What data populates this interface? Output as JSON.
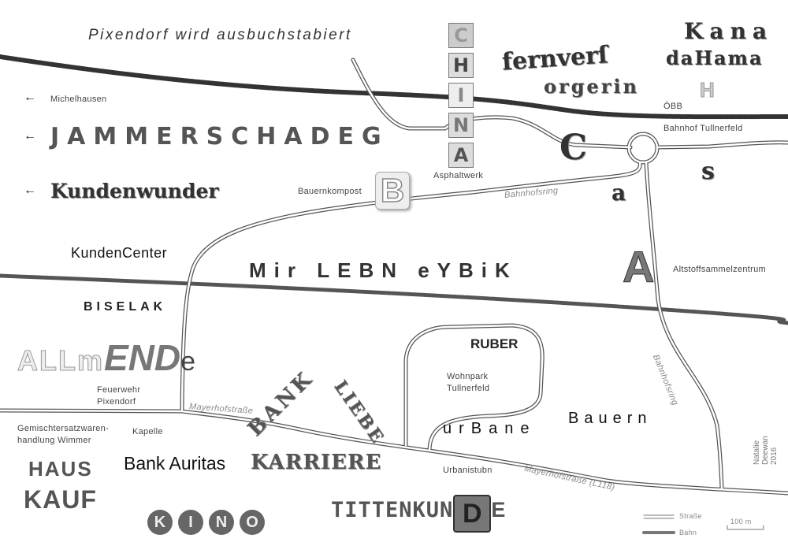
{
  "title": "Pixendorf wird ausbuchstabiert",
  "place_labels": {
    "michelhausen": "Michelhausen",
    "bauernkompost": "Bauernkompost",
    "asphaltwerk": "Asphaltwerk",
    "obb": "ÖBB",
    "bahnhof": "Bahnhof Tullnerfeld",
    "altstoff": "Altstoffsammelzentrum",
    "feuerwehr_1": "Feuerwehr",
    "feuerwehr_2": "Pixendorf",
    "gemischt_1": "Gemischtersatzwaren-",
    "gemischt_2": "handlung Wimmer",
    "kapelle": "Kapelle",
    "wohnpark_1": "Wohnpark",
    "wohnpark_2": "Tullnerfeld",
    "urbanistubn": "Urbanistubn"
  },
  "street_labels": {
    "bahnhofsring_1": "Bahnhofsring",
    "bahnhofsring_2": "Bahnhofsring",
    "mayerhof_1": "Mayerhofstraße",
    "mayerhof_2": "Mayerhofstraße (L118)"
  },
  "arrows": {
    "left": "←"
  },
  "words": {
    "jammerschadeg": "JAMMERSCHADEG",
    "kundenwunder": "Kundenwunder",
    "china": [
      "C",
      "H",
      "I",
      "N",
      "A"
    ],
    "fernverf": "fernverſ",
    "orgerin": "orgerin",
    "kana": "Kana",
    "dahama": "daHama",
    "h": "H",
    "c": "C",
    "a_small": "a",
    "s": "s",
    "b": "B",
    "kundencenter": "KundenCenter",
    "mir_lebn": "Mir LEBN eYBiK",
    "big_a": "A",
    "biselak": "BISELAK",
    "allm": "ALLm",
    "end": "END",
    "e": "e",
    "ruber": "RUBER",
    "bank": "BANK",
    "liebe": "LIEBE",
    "urbane": "urBane",
    "bauern": "Bauern",
    "haus": "HAUS",
    "kauf": "KAUF",
    "bank_auritas": "Bank Auritas",
    "karriere": "KARRIERE",
    "kino": [
      "K",
      "I",
      "N",
      "O"
    ],
    "tittenkun": "TITTENKUN",
    "d": "D",
    "e2": "E"
  },
  "legend": {
    "road": "Straße",
    "rail": "Bahn",
    "scale": "100 m"
  },
  "credit": "Natalie Deewan 2016"
}
